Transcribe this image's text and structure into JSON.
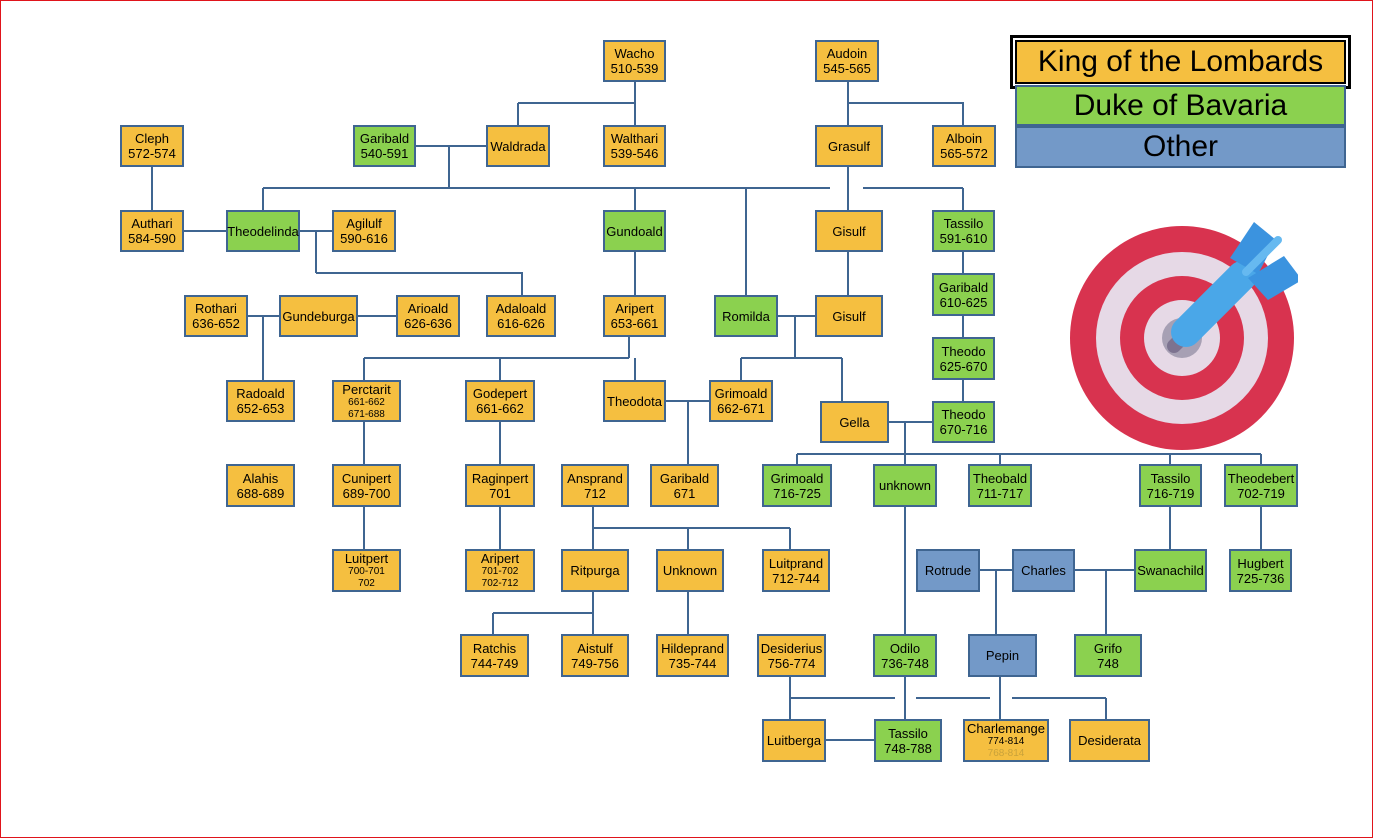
{
  "colors": {
    "king": "#f5bf40",
    "duke": "#8bd14f",
    "other": "#7399c8",
    "line": "#3f6591",
    "frame": "#e0141b"
  },
  "legend": {
    "king": "King of the Lombards",
    "duke": "Duke of Bavaria",
    "other": "Other"
  },
  "icons": {
    "target": "target-dart-icon"
  },
  "people": {
    "wacho": {
      "name": "Wacho",
      "dates": "510-539"
    },
    "audoin": {
      "name": "Audoin",
      "dates": "545-565"
    },
    "cleph": {
      "name": "Cleph",
      "dates": "572-574"
    },
    "garibald1": {
      "name": "Garibald",
      "dates": "540-591"
    },
    "waldrada": {
      "name": "Waldrada"
    },
    "walthari": {
      "name": "Walthari",
      "dates": "539-546"
    },
    "grasulf": {
      "name": "Grasulf"
    },
    "alboin": {
      "name": "Alboin",
      "dates": "565-572"
    },
    "authari": {
      "name": "Authari",
      "dates": "584-590"
    },
    "theodelinda": {
      "name": "Theodelinda"
    },
    "agilulf": {
      "name": "Agilulf",
      "dates": "590-616"
    },
    "gundoald": {
      "name": "Gundoald"
    },
    "gisulf1": {
      "name": "Gisulf"
    },
    "tassilo1": {
      "name": "Tassilo",
      "dates": "591-610"
    },
    "rothari": {
      "name": "Rothari",
      "dates": "636-652"
    },
    "gundeburga": {
      "name": "Gundeburga"
    },
    "arioald": {
      "name": "Arioald",
      "dates": "626-636"
    },
    "adaloald": {
      "name": "Adaloald",
      "dates": "616-626"
    },
    "aripert1": {
      "name": "Aripert",
      "dates": "653-661"
    },
    "romilda": {
      "name": "Romilda"
    },
    "gisulf2": {
      "name": "Gisulf"
    },
    "garibald2": {
      "name": "Garibald",
      "dates": "610-625"
    },
    "theodo1": {
      "name": "Theodo",
      "dates": "625-670"
    },
    "radoald": {
      "name": "Radoald",
      "dates": "652-653"
    },
    "perctarit": {
      "name": "Perctarit",
      "dates1": "661-662",
      "dates2": "671-688"
    },
    "godepert": {
      "name": "Godepert",
      "dates": "661-662"
    },
    "theodota": {
      "name": "Theodota"
    },
    "grimoald1": {
      "name": "Grimoald",
      "dates": "662-671"
    },
    "gella": {
      "name": "Gella"
    },
    "theodo2": {
      "name": "Theodo",
      "dates": "670-716"
    },
    "alahis": {
      "name": "Alahis",
      "dates": "688-689"
    },
    "cunipert": {
      "name": "Cunipert",
      "dates": "689-700"
    },
    "raginpert": {
      "name": "Raginpert",
      "dates": "701"
    },
    "ansprand": {
      "name": "Ansprand",
      "dates": "712"
    },
    "garibald3": {
      "name": "Garibald",
      "dates": "671"
    },
    "grimoald2": {
      "name": "Grimoald",
      "dates": "716-725"
    },
    "unknown1": {
      "name": "unknown"
    },
    "theobald": {
      "name": "Theobald",
      "dates": "711-717"
    },
    "tassilo2": {
      "name": "Tassilo",
      "dates": "716-719"
    },
    "theodebert": {
      "name": "Theodebert",
      "dates": "702-719"
    },
    "luitpert": {
      "name": "Luitpert",
      "dates1": "700-701",
      "dates2": "702"
    },
    "aripert2": {
      "name": "Aripert",
      "dates1": "701-702",
      "dates2": "702-712"
    },
    "ritpurga": {
      "name": "Ritpurga"
    },
    "unknown2": {
      "name": "Unknown"
    },
    "luitprand": {
      "name": "Luitprand",
      "dates": "712-744"
    },
    "rotrude": {
      "name": "Rotrude"
    },
    "charles": {
      "name": "Charles"
    },
    "swanachild": {
      "name": "Swanachild"
    },
    "hugbert": {
      "name": "Hugbert",
      "dates": "725-736"
    },
    "ratchis": {
      "name": "Ratchis",
      "dates": "744-749"
    },
    "aistulf": {
      "name": "Aistulf",
      "dates": "749-756"
    },
    "hildeprand": {
      "name": "Hildeprand",
      "dates": "735-744"
    },
    "desiderius": {
      "name": "Desiderius",
      "dates": "756-774"
    },
    "odilo": {
      "name": "Odilo",
      "dates": "736-748"
    },
    "pepin": {
      "name": "Pepin"
    },
    "grifo": {
      "name": "Grifo",
      "dates": "748"
    },
    "luitberga": {
      "name": "Luitberga"
    },
    "tassilo3": {
      "name": "Tassilo",
      "dates": "748-788"
    },
    "charlemagne": {
      "name": "Charlemange",
      "dates1": "774-814",
      "dates2": "768-814"
    },
    "desiderata": {
      "name": "Desiderata"
    }
  }
}
